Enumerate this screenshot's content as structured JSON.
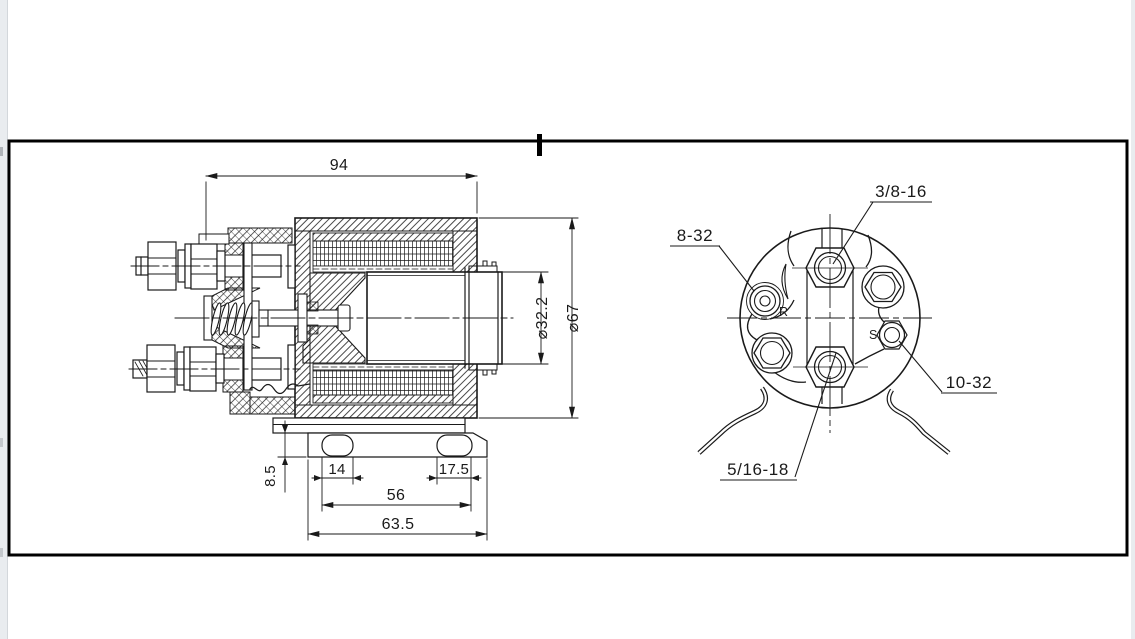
{
  "page": {
    "background": "#ffffff",
    "margin_strip_color": "#e9ecef",
    "line_color": "#1a1a1a",
    "frame_color": "#000000"
  },
  "side_view": {
    "dimensions": {
      "overall_length": "94",
      "plunger_diameter": "⌀32.2",
      "body_diameter": "⌀67",
      "bracket_thickness": "8.5",
      "left_slot_width": "14",
      "right_slot_width": "17.5",
      "slot_span": "56",
      "bracket_length": "63.5"
    }
  },
  "end_view": {
    "thread_callouts": {
      "top_stud": "3/8-16",
      "left_terminal": "8-32",
      "right_terminal": "10-32",
      "bottom_stud": "5/16-18"
    },
    "terminal_labels": {
      "r": "R",
      "s": "S"
    }
  }
}
